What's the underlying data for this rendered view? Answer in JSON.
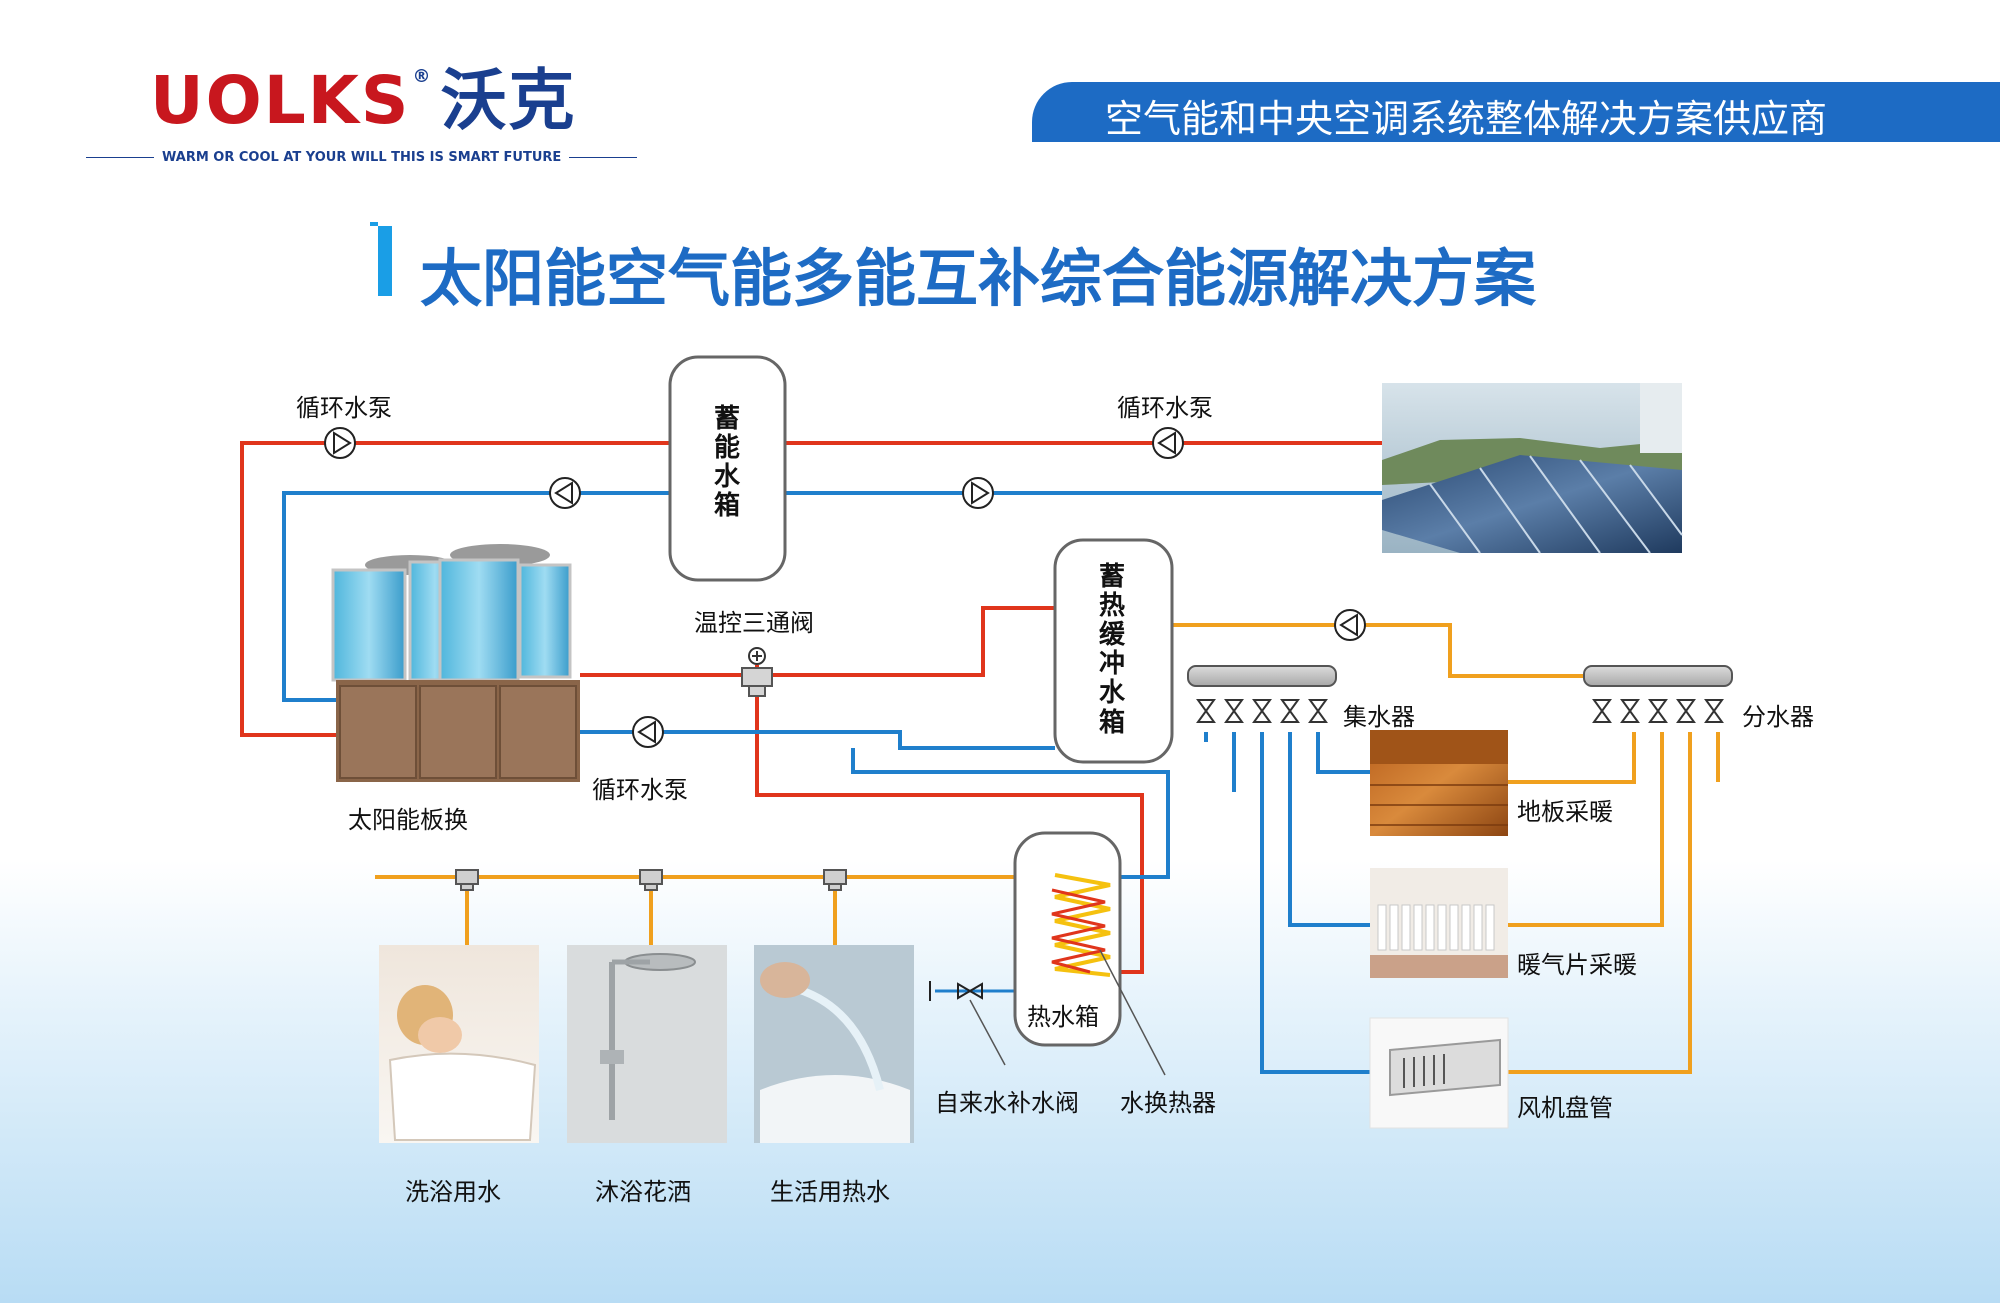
{
  "header": {
    "logo_latin": "UOLKS",
    "logo_mark": "®",
    "logo_cn": "沃克",
    "tagline": "WARM OR COOL  AT YOUR WILL THIS IS SMART FUTURE",
    "banner": "空气能和中央空调系统整体解决方案供应商"
  },
  "title": "太阳能空气能多能互补综合能源解决方案",
  "labels": {
    "pump_left": "循环水泵",
    "pump_top_right": "循环水泵",
    "pump_bottom": "循环水泵",
    "storage_tank": "蓄能水箱",
    "buffer_tank": "蓄热缓冲水箱",
    "three_way_valve": "温控三通阀",
    "solar_exchange": "太阳能板换",
    "collector": "集水器",
    "distributor": "分水器",
    "floor_heating": "地板采暖",
    "radiator_heating": "暖气片采暖",
    "fan_coil": "风机盘管",
    "hot_water_tank": "热水箱",
    "makeup_valve": "自来水补水阀",
    "heat_exchanger": "水换热器",
    "bath_water": "洗浴用水",
    "shower": "沐浴花洒",
    "domestic_hot_water": "生活用热水"
  },
  "colors": {
    "hot_pipe": "#e0351c",
    "cold_pipe": "#1f7fcc",
    "warm_pipe": "#f0a01e",
    "brand_red": "#c8171e",
    "brand_blue": "#1a3f8f",
    "banner_blue": "#1d6bc4"
  }
}
